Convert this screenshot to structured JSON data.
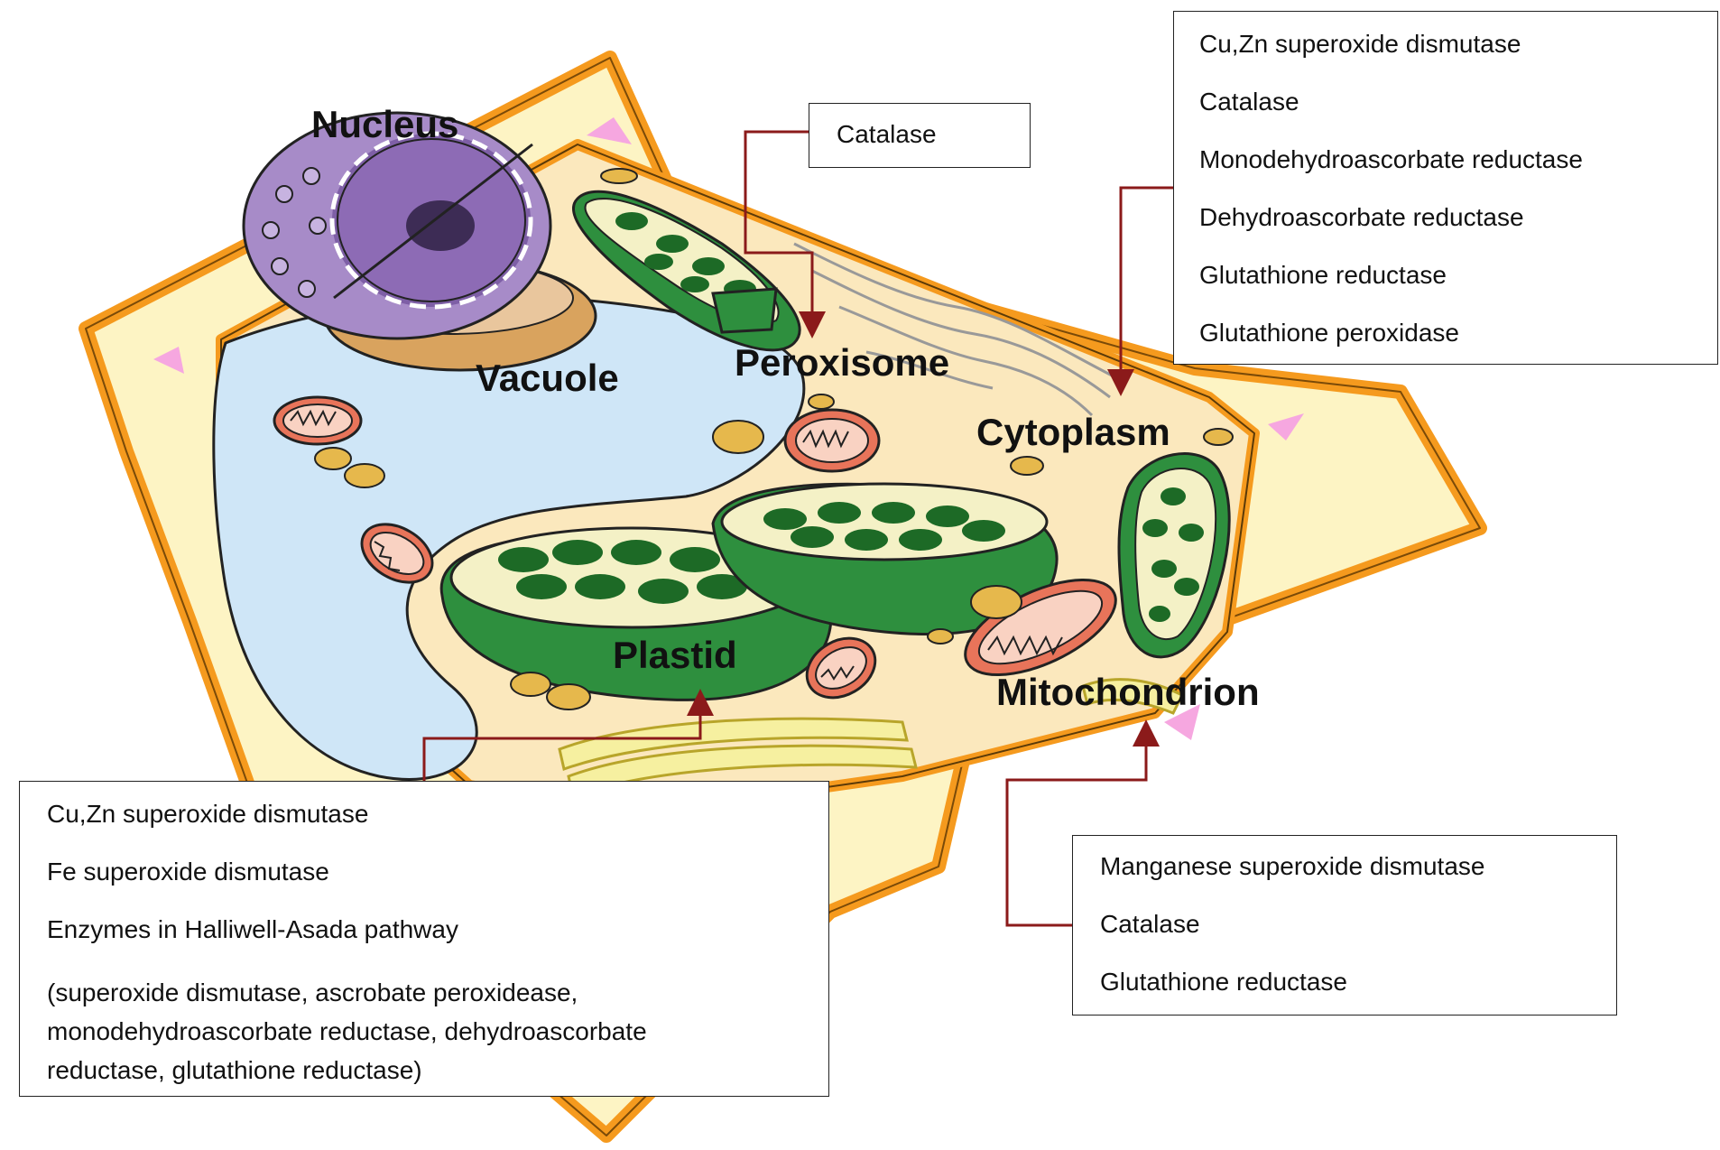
{
  "organelles": {
    "nucleus": "Nucleus",
    "vacuole": "Vacuole",
    "peroxisome": "Peroxisome",
    "cytoplasm": "Cytoplasm",
    "plastid": "Plastid",
    "mitochondrion": "Mitochondrion"
  },
  "peroxisome_box": {
    "items": [
      "Catalase"
    ]
  },
  "cytoplasm_box": {
    "items": [
      "Cu,Zn superoxide dismutase",
      "Catalase",
      "Monodehydroascorbate reductase",
      "Dehydroascorbate reductase",
      "Glutathione reductase",
      "Glutathione peroxidase"
    ]
  },
  "plastid_box": {
    "items": [
      "Cu,Zn superoxide dismutase",
      "Fe superoxide dismutase",
      "Enzymes in Halliwell-Asada pathway"
    ],
    "note_lines": [
      "(superoxide dismutase, ascrobate peroxidease,",
      "monodehydroascorbate reductase, dehydroascorbate",
      "reductase, glutathione reductase)"
    ]
  },
  "mitochondrion_box": {
    "items": [
      "Manganese superoxide dismutase",
      "Catalase",
      "Glutathione reductase"
    ]
  },
  "colors": {
    "cell_wall": "#f59a1e",
    "wall_face": "#fdf4c4",
    "cytoplasm": "#fbe8bd",
    "vacuole": "#cfe6f7",
    "nucleus": "#a78bc8",
    "plastid": "#2e8f3e",
    "plastid_inner": "#f4f1c6",
    "thylakoid": "#1d6a26",
    "mitochondrion": "#e8745a",
    "pointer": "#8b1a1a"
  }
}
